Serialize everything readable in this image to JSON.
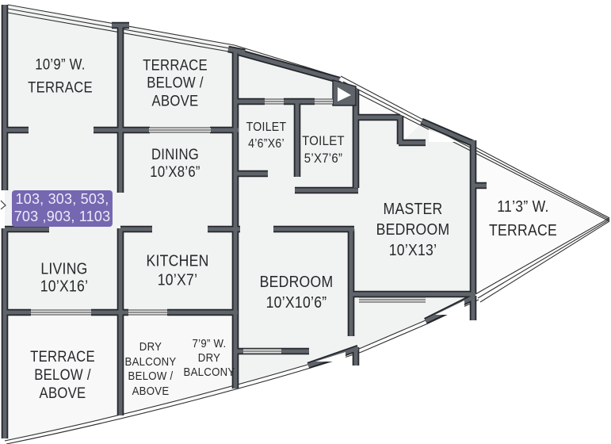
{
  "plan_title": "apartment-floor-plan",
  "unit_badge": {
    "line1": "103, 303, 503,",
    "line2": "703 ,903, 1103"
  },
  "rooms": {
    "terrace_top_left": {
      "lines": [
        "10’9” W.",
        "TERRACE"
      ]
    },
    "terrace_below_top": {
      "lines": [
        "TERRACE",
        "BELOW /",
        "ABOVE"
      ]
    },
    "dining": {
      "name": "DINING",
      "dims": "10’X8’6”"
    },
    "toilet_small": {
      "name": "TOILET",
      "dims": "4’6”X6’"
    },
    "toilet_large": {
      "name": "TOILET",
      "dims": "5’X7’6”"
    },
    "master_bedroom": {
      "lines": [
        "MASTER",
        "BEDROOM",
        "10’X13’"
      ]
    },
    "terrace_right": {
      "lines": [
        "11’3” W.",
        "TERRACE"
      ]
    },
    "living": {
      "name": "LIVING",
      "dims": "10’X16’"
    },
    "kitchen": {
      "name": "KITCHEN",
      "dims": "10’X7’"
    },
    "bedroom": {
      "name": "BEDROOM",
      "dims": "10’X10’6”"
    },
    "terrace_below_bottom": {
      "lines": [
        "TERRACE",
        "BELOW /",
        "ABOVE"
      ]
    },
    "dry_balcony": {
      "lines": [
        "DRY",
        "BALCONY",
        "BELOW /",
        "ABOVE"
      ]
    },
    "dry_balcony_w": {
      "lines": [
        "7’9” W.",
        "DRY",
        "BALCONY"
      ]
    }
  },
  "colors": {
    "wall": "#5f646b",
    "wall_edge": "#24272b",
    "badge_bg": "#7568b0",
    "badge_text": "#efeafc",
    "label": "#26282a",
    "room": "#f1f2f2",
    "terrace": "#fbfbfb",
    "outside": "#ffffff"
  }
}
